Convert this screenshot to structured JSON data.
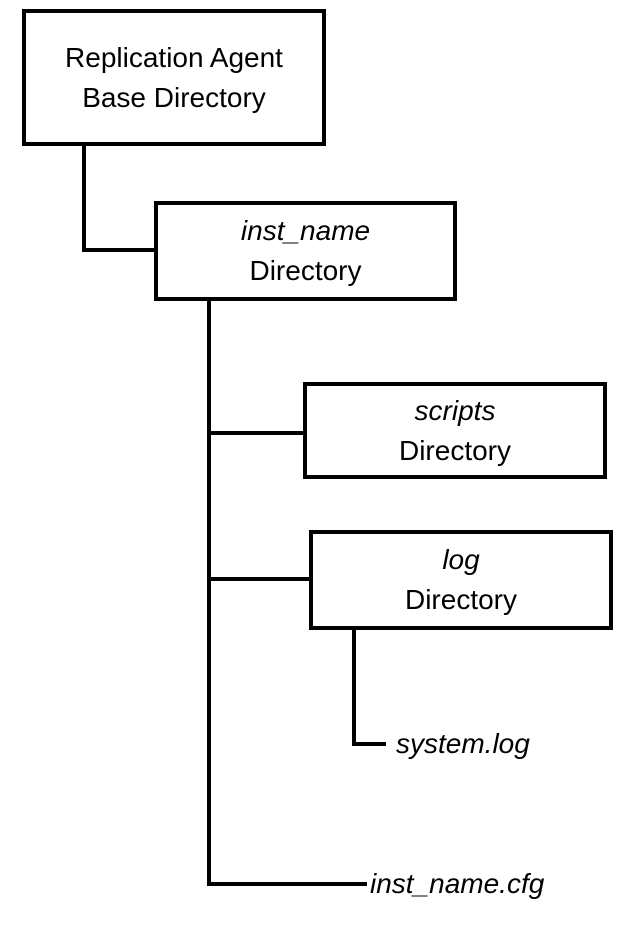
{
  "diagram": {
    "root": {
      "line1": "Replication Agent",
      "line2": "Base Directory"
    },
    "inst_dir": {
      "name": "inst_name",
      "label": "Directory"
    },
    "scripts_dir": {
      "name": "scripts",
      "label": "Directory"
    },
    "log_dir": {
      "name": "log",
      "label": "Directory"
    },
    "files": {
      "system_log": "system.log",
      "config": "inst_name.cfg"
    }
  }
}
